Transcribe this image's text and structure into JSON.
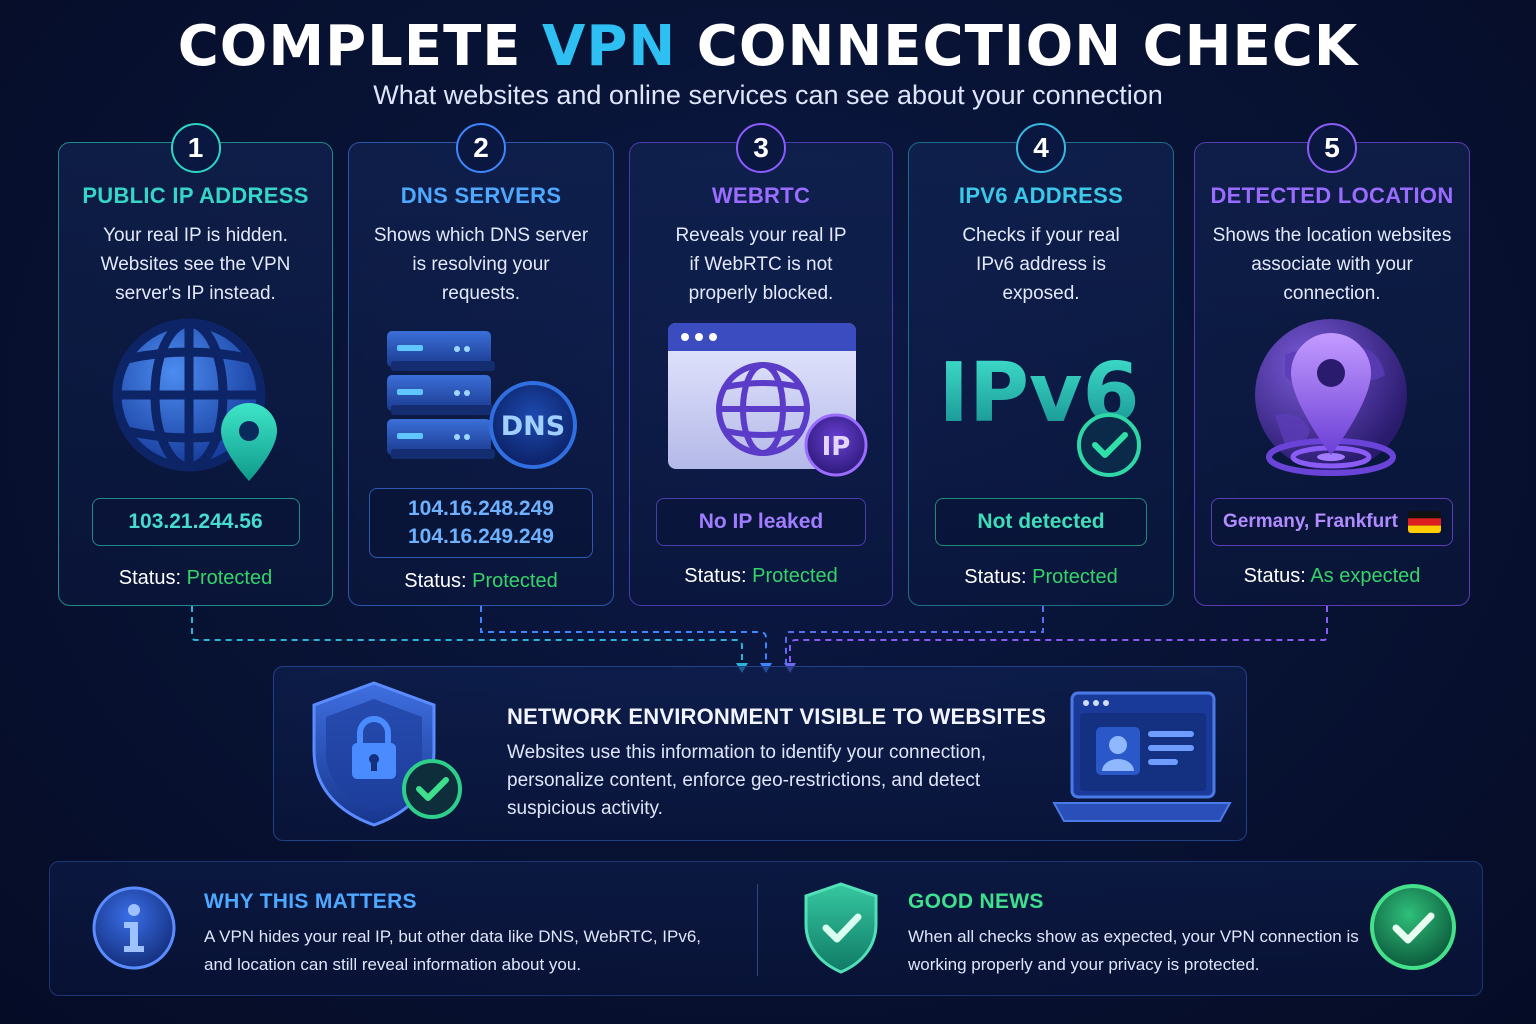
{
  "header": {
    "title_part1": "COMPLETE ",
    "title_accent": "VPN",
    "title_part2": " CONNECTION CHECK",
    "subtitle": "What websites and online services can see about your connection"
  },
  "cards": [
    {
      "number": "1",
      "title": "PUBLIC IP ADDRESS",
      "description": "Your real IP is hidden. Websites see the VPN server's IP instead.",
      "icon": "globe-location-icon",
      "values": [
        "103.21.244.56"
      ],
      "status_label": "Status:",
      "status_value": "Protected"
    },
    {
      "number": "2",
      "title": "DNS SERVERS",
      "description": "Shows which DNS server is resolving your requests.",
      "icon": "dns-server-icon",
      "icon_text": "DNS",
      "values": [
        "104.16.248.249",
        "104.16.249.249"
      ],
      "status_label": "Status:",
      "status_value": "Protected"
    },
    {
      "number": "3",
      "title": "WEBRTC",
      "description": "Reveals your real IP if WebRTC is not properly blocked.",
      "icon": "browser-globe-icon",
      "icon_text": "IP",
      "values": [
        "No IP leaked"
      ],
      "status_label": "Status:",
      "status_value": "Protected"
    },
    {
      "number": "4",
      "title": "IPV6 ADDRESS",
      "description": "Checks if your real IPv6 address is exposed.",
      "icon": "ipv6-check-icon",
      "icon_text": "IPv6",
      "values": [
        "Not detected"
      ],
      "status_label": "Status:",
      "status_value": "Protected"
    },
    {
      "number": "5",
      "title": "DETECTED LOCATION",
      "description": "Shows the location websites associate with your connection.",
      "icon": "globe-pin-icon",
      "values": [
        "Germany, Frankfurt"
      ],
      "flag": "germany-flag-icon",
      "status_label": "Status:",
      "status_value": "As expected"
    }
  ],
  "environment": {
    "title": "NETWORK ENVIRONMENT VISIBLE TO WEBSITES",
    "description": "Websites use this information to identify your connection, personalize content, enforce geo-restrictions, and detect suspicious activity.",
    "left_icon": "shield-lock-check-icon",
    "right_icon": "laptop-profile-icon"
  },
  "footer": {
    "why": {
      "title": "WHY THIS MATTERS",
      "description": "A VPN hides your real IP, but other data like DNS, WebRTC, IPv6, and location can still reveal information about you.",
      "icon": "info-icon"
    },
    "good": {
      "title": "GOOD NEWS",
      "description": "When all checks show as expected, your VPN connection is working properly and your privacy is protected.",
      "icon": "shield-check-icon",
      "check_icon": "check-circle-icon"
    }
  },
  "colors": {
    "accent": "#2ec0f2",
    "ok": "#35d46a",
    "teal": "#35d6c8",
    "blue": "#4ea8ff",
    "purple": "#9a6cff"
  }
}
